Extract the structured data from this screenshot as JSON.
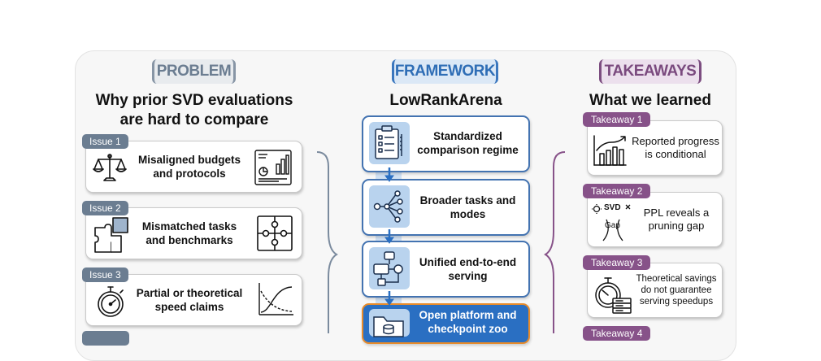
{
  "problem": {
    "tag": "PROBLEM",
    "title_line1": "Why prior SVD evaluations",
    "title_line2": "are hard to compare",
    "issues": [
      {
        "label": "Issue 1",
        "line1": "Misaligned budgets",
        "line2": "and protocols"
      },
      {
        "label": "Issue 2",
        "line1": "Mismatched tasks",
        "line2": "and benchmarks"
      },
      {
        "label": "Issue 3",
        "line1": "Partial or theoretical",
        "line2": "speed claims"
      }
    ]
  },
  "framework": {
    "tag": "FRAMEWORK",
    "title": "LowRankArena",
    "steps": [
      {
        "line1": "Standardized",
        "line2": "comparison regime"
      },
      {
        "line1": "Broader tasks and",
        "line2": "modes"
      },
      {
        "line1": "Unified end-to-end",
        "line2": "serving"
      },
      {
        "line1": "Open platform and",
        "line2": "checkpoint zoo"
      }
    ]
  },
  "takeaways": {
    "tag": "TAKEAWAYS",
    "title": "What we learned",
    "items": [
      {
        "label": "Takeaway 1",
        "line1": "Reported progress",
        "line2": "is conditional"
      },
      {
        "label": "Takeaway 2",
        "line1": "PPL reveals a",
        "line2": "pruning gap",
        "icon_text_top": "SVD",
        "icon_text_bottom": "Gap"
      },
      {
        "label": "Takeaway 3",
        "line1": "Theoretical savings",
        "line2": "do not guarantee",
        "line3": "serving speedups"
      },
      {
        "label": "Takeaway 4"
      }
    ]
  },
  "colors": {
    "problem": "#6b7d91",
    "framework": "#2f6eb6",
    "takeaways": "#875289",
    "highlight": "#e88b2a"
  }
}
